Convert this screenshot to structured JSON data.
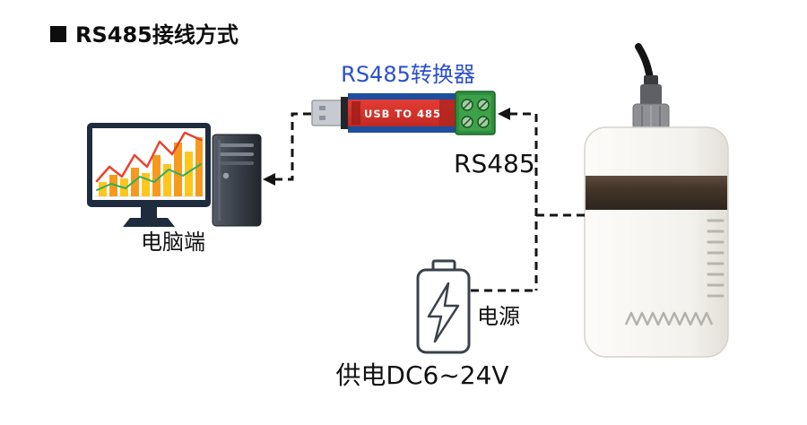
{
  "title": {
    "text": "RS485接线方式"
  },
  "converter": {
    "label": "RS485转换器",
    "device_text": "USB TO 485"
  },
  "computer": {
    "label": "电脑端"
  },
  "bus": {
    "label": "RS485"
  },
  "power": {
    "label": "电源",
    "supply": "供电DC6~24V"
  },
  "colors": {
    "converter_label": "#2b50c8",
    "converter_body": "#d5322c",
    "converter_stripe": "#1d4f9e",
    "terminal_green": "#2e8f3a",
    "sensor_band": "#453930",
    "wire": "#141414",
    "chart_bar_yellow": "#ffc61e",
    "chart_bar_orange": "#f59a1c",
    "chart_line_red": "#e8432e",
    "chart_line_green": "#2eaf5b"
  }
}
